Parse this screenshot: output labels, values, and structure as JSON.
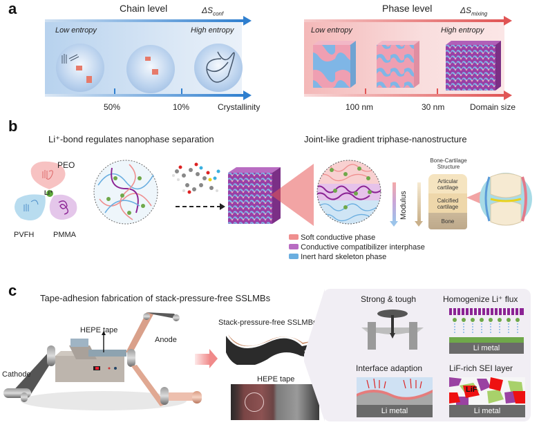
{
  "panel_a": {
    "letter": "a",
    "chain": {
      "title": "Chain level",
      "entropy_symbol": "ΔS",
      "entropy_subscript": "conf",
      "low_label": "Low entropy",
      "high_label": "High entropy",
      "ticks": [
        "50%",
        "10%"
      ],
      "axis_label": "Crystallinity"
    },
    "phase": {
      "title": "Phase level",
      "entropy_symbol": "ΔS",
      "entropy_subscript": "mixing",
      "low_label": "Low entropy",
      "high_label": "High entropy",
      "ticks": [
        "100 nm",
        "30 nm"
      ],
      "axis_label": "Domain size"
    },
    "colors": {
      "chain_arrow": "#2f7fcf",
      "phase_arrow": "#e05555"
    }
  },
  "panel_b": {
    "letter": "b",
    "left_title": "Li⁺-bond regulates nanophase separation",
    "right_title": "Joint-like gradient triphase-nanostructure",
    "polymers": [
      "PEO",
      "PVFH",
      "PMMA"
    ],
    "li_label": "Li⁺",
    "modulus_label": "Modulus",
    "bone_cartilage": {
      "title_line1": "Bone-Cartilage",
      "title_line2": "Structure",
      "layers": [
        "Articular cartilage",
        "Calcified cartilage",
        "Bone"
      ]
    },
    "legend": [
      {
        "label": "Soft conductive phase",
        "color": "#ef8f8f"
      },
      {
        "label": "Conductive compatibilizer interphase",
        "color": "#b86cc2"
      },
      {
        "label": "Inert hard skeleton phase",
        "color": "#6aaee0"
      }
    ]
  },
  "panel_c": {
    "letter": "c",
    "title": "Tape-adhesion fabrication of stack-pressure-free SSLMBs",
    "machine_labels": {
      "tape": "HEPE tape",
      "anode": "Anode",
      "cathode": "Cathode"
    },
    "product_label": "Stack-pressure-free SSLMBs",
    "photo_label": "HEPE tape",
    "features": [
      {
        "title": "Strong & tough"
      },
      {
        "title": "Homogenize Li⁺ flux",
        "metal_label": "Li metal"
      },
      {
        "title": "Interface adaption",
        "metal_label": "Li metal"
      },
      {
        "title": "LiF-rich SEI layer",
        "metal_label": "Li metal",
        "inner_label": "LiF"
      }
    ]
  }
}
